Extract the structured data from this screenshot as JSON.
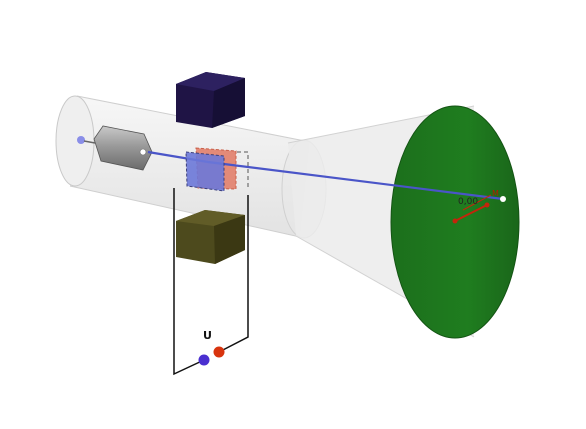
{
  "circuit": {
    "voltage_label": "U"
  },
  "screen": {
    "spot_label": "0,00",
    "axis_label": "M",
    "colors": {
      "screen": "#1f7d1f",
      "marker": "#c3250b"
    }
  },
  "colors": {
    "beam": "#4a55c8",
    "upper_magnet": "#1f1445",
    "lower_magnet": "#4d4a1d",
    "terminal_negative": "#4a2fd0",
    "terminal_positive": "#d8340e",
    "plate": "#e38a78"
  }
}
